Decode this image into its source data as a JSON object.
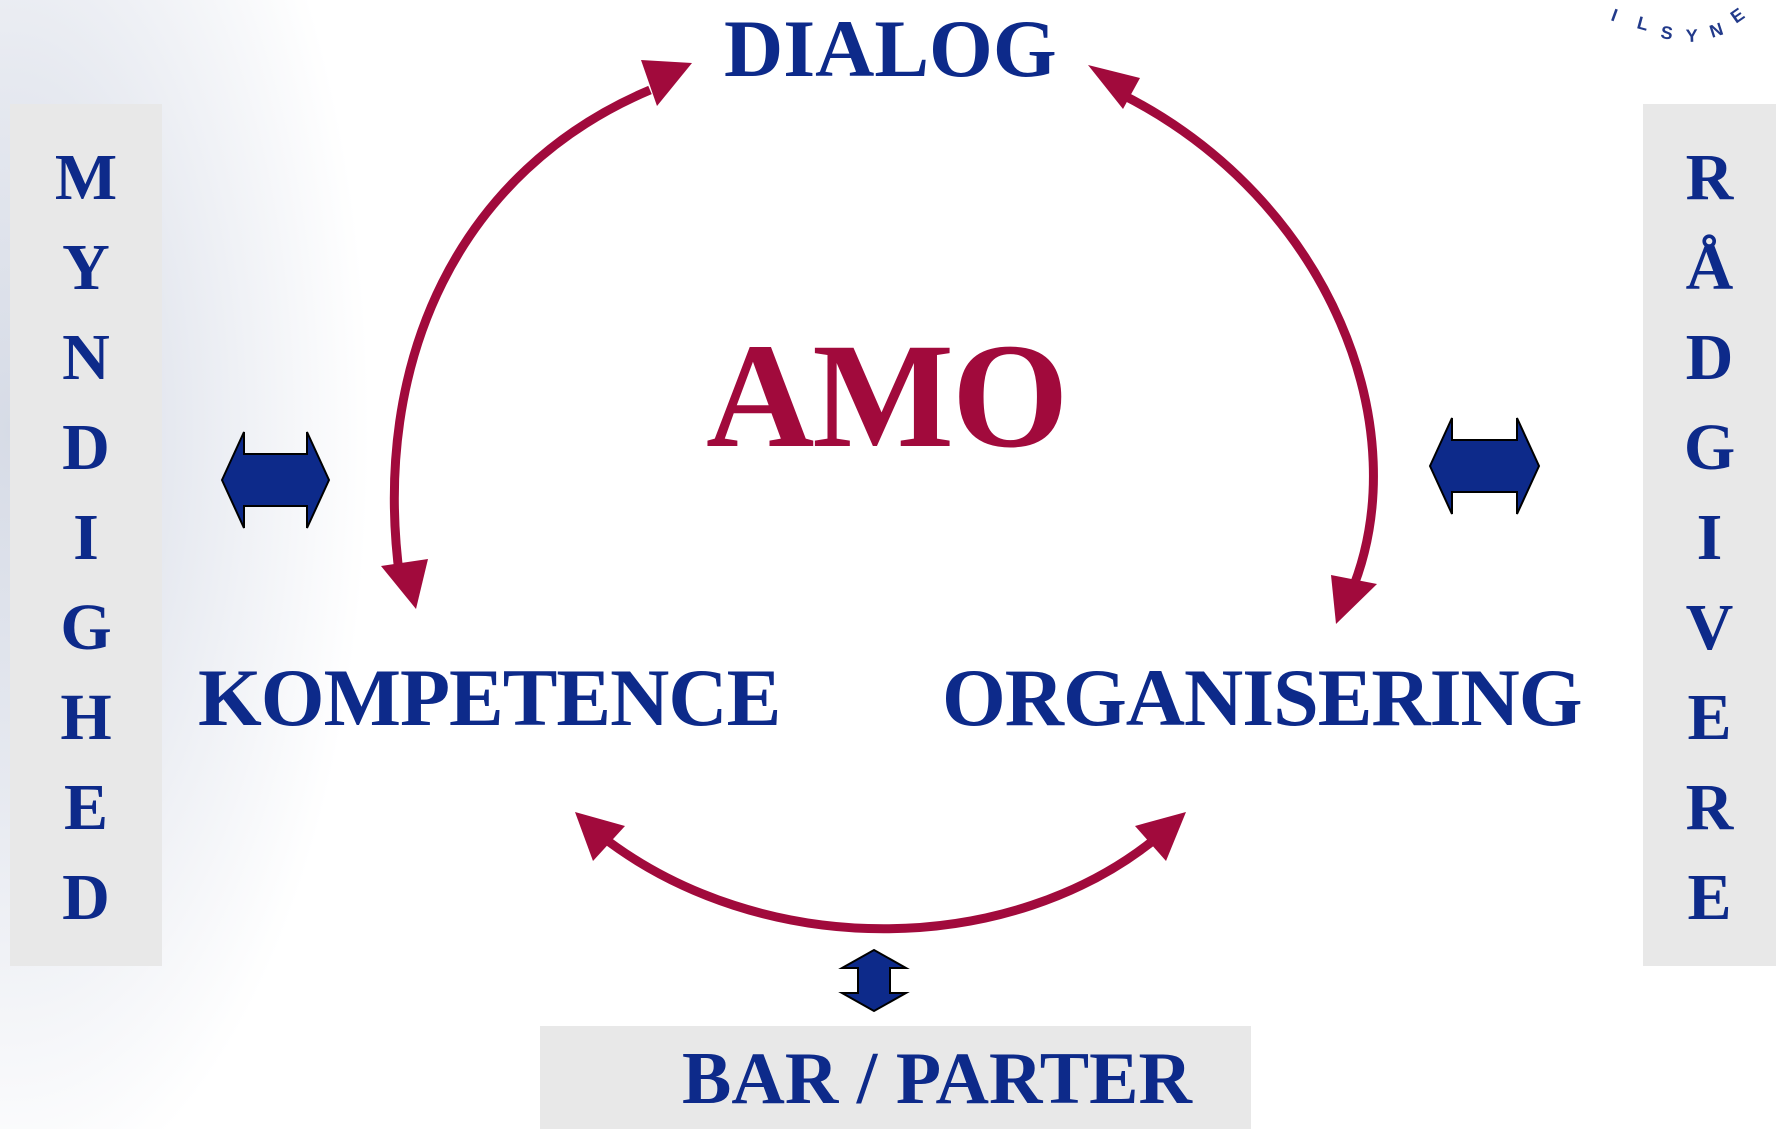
{
  "labels": {
    "dialog": "DIALOG",
    "amo": "AMO",
    "kompetence": "KOMPETENCE",
    "organisering": "ORGANISERING",
    "bar_parter": "BAR / PARTER"
  },
  "left_vertical": [
    "M",
    "Y",
    "N",
    "D",
    "I",
    "G",
    "H",
    "E",
    "D"
  ],
  "right_vertical": [
    "R",
    "Å",
    "D",
    "G",
    "I",
    "V",
    "E",
    "R",
    "E"
  ],
  "logo_fragment": [
    "I",
    "L",
    "S",
    "Y",
    "N",
    "E"
  ],
  "colors": {
    "text_blue": "#0d2a8a",
    "arrow_crimson": "#a10a3c",
    "connector_blue": "#0d2a8a",
    "box_gray": "#e8e8e8"
  }
}
